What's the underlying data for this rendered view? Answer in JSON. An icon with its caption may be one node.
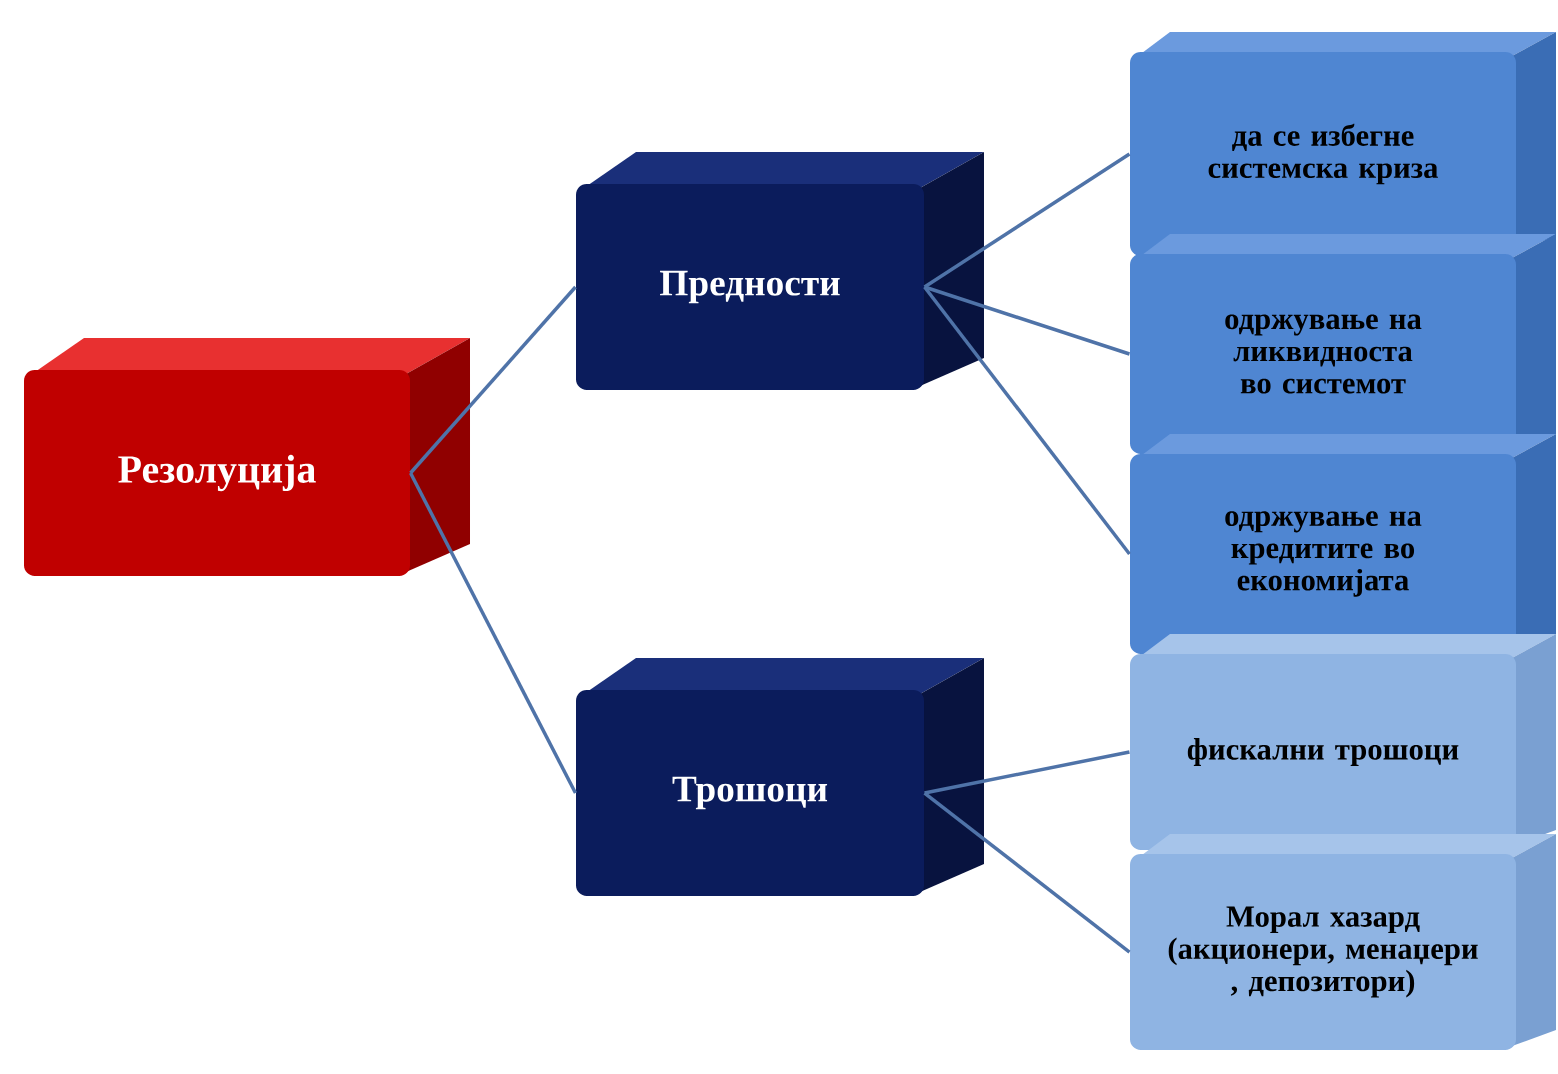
{
  "diagram": {
    "nodes": [
      {
        "text": [
          "Резолуција"
        ]
      },
      {
        "text": [
          "Предности"
        ]
      },
      {
        "text": [
          "Трошоци"
        ]
      },
      {
        "text": [
          "да се избегне системска криза"
        ]
      },
      {
        "text": [
          "одржување на ликвидноста во системот"
        ]
      },
      {
        "text": [
          "одржување на кредитите во економијата"
        ]
      },
      {
        "text": [
          "фискални трошоци"
        ]
      },
      {
        "text": [
          "Морал хазард (акционери, менаџери , депозитори)"
        ]
      }
    ],
    "edges": [
      {
        "from": 0,
        "to": 1,
        "arrow": "none"
      },
      {
        "from": 0,
        "to": 2,
        "arrow": "none"
      },
      {
        "from": 1,
        "to": 3,
        "arrow": "none"
      },
      {
        "from": 1,
        "to": 4,
        "arrow": "none"
      },
      {
        "from": 1,
        "to": 5,
        "arrow": "none"
      },
      {
        "from": 2,
        "to": 6,
        "arrow": "none"
      },
      {
        "from": 2,
        "to": 7,
        "arrow": "none"
      }
    ]
  }
}
